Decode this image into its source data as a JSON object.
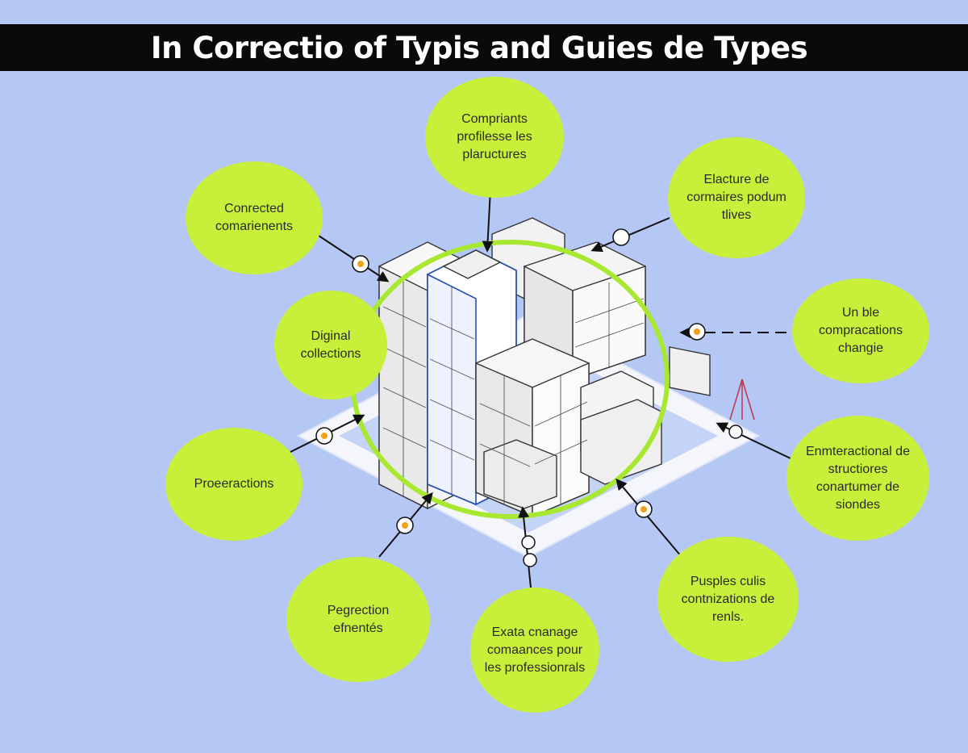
{
  "title": "In Correctio of Typis and Guies de Types",
  "colors": {
    "background": "#b5c8f5",
    "bubble": "#c8f03a",
    "title_bar": "#0a0a0a",
    "ring": "#a8e830"
  },
  "bubbles": [
    {
      "id": "top",
      "text": "Compriants profilesse les plaructures"
    },
    {
      "id": "top-right",
      "text": "Elacture de cormaires podum tlives"
    },
    {
      "id": "upper-left",
      "text": "Conrected comarienents"
    },
    {
      "id": "mid-right",
      "text": "Un ble compracations changie"
    },
    {
      "id": "mid-left",
      "text": "Diginal collections"
    },
    {
      "id": "lower-right",
      "text": "Enmteractional de structiores conartumer de siondes"
    },
    {
      "id": "left",
      "text": "Proeeractions"
    },
    {
      "id": "bottom-right",
      "text": "Pusples culis contnizations de renls."
    },
    {
      "id": "bottom-left",
      "text": "Pegrection efnentés"
    },
    {
      "id": "bottom",
      "text": "Exata cnanage comaances pour les professionrals"
    }
  ]
}
